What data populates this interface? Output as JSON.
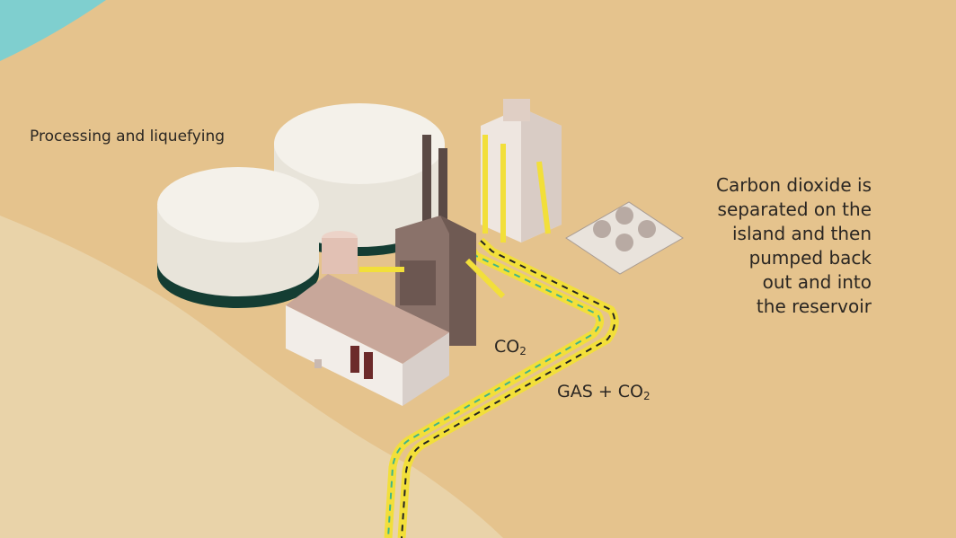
{
  "labels": {
    "processing": "Processing and liquefying",
    "description_lines": [
      "Carbon dioxide is",
      "separated on the",
      "island and then",
      "pumped back",
      "out and into",
      "the reservoir"
    ],
    "co2_prefix": "CO",
    "co2_sub": "2",
    "gas_prefix": "GAS + CO",
    "gas_sub": "2"
  },
  "colors": {
    "sand": "#e5c38d",
    "beach": "#e9d3a9",
    "sea": "#7fcfcf",
    "pipe": "#f2df3a",
    "co2_dash": "#3fb58a",
    "gas_dash": "#222222"
  }
}
